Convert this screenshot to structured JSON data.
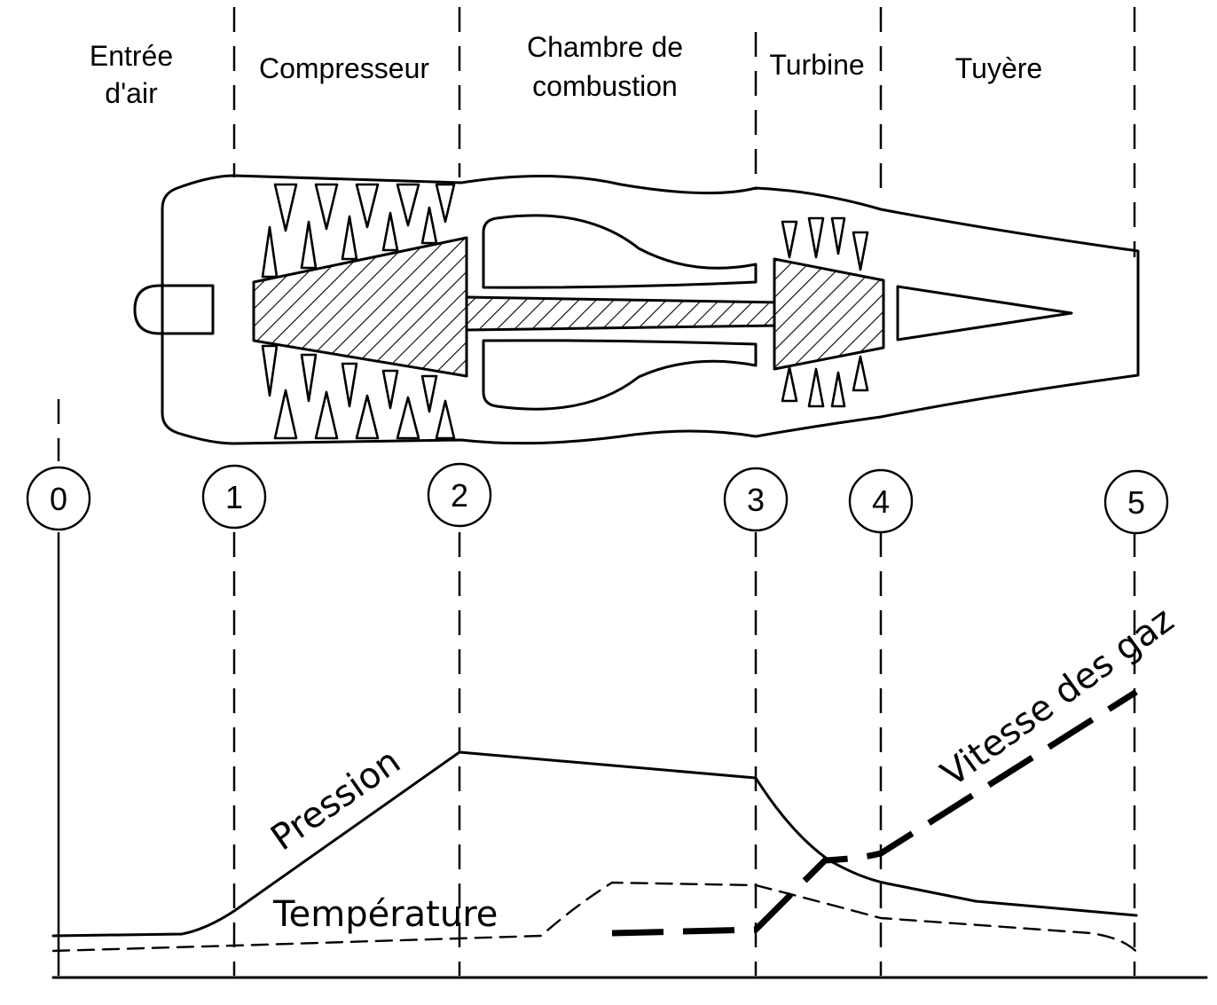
{
  "sections": [
    {
      "id": "intake",
      "label_lines": [
        "Entrée",
        "d'air"
      ]
    },
    {
      "id": "compressor",
      "label_lines": [
        "Compresseur"
      ]
    },
    {
      "id": "combustion",
      "label_lines": [
        "Chambre de",
        "combustion"
      ]
    },
    {
      "id": "turbine",
      "label_lines": [
        "Turbine"
      ]
    },
    {
      "id": "nozzle",
      "label_lines": [
        "Tuyère"
      ]
    }
  ],
  "stations": [
    "0",
    "1",
    "2",
    "3",
    "4",
    "5"
  ],
  "curves": {
    "pressure": "Pression",
    "temperature": "Température",
    "velocity": "Vitesse des gaz"
  },
  "colors": {
    "ink": "#000000",
    "background": "#ffffff"
  }
}
